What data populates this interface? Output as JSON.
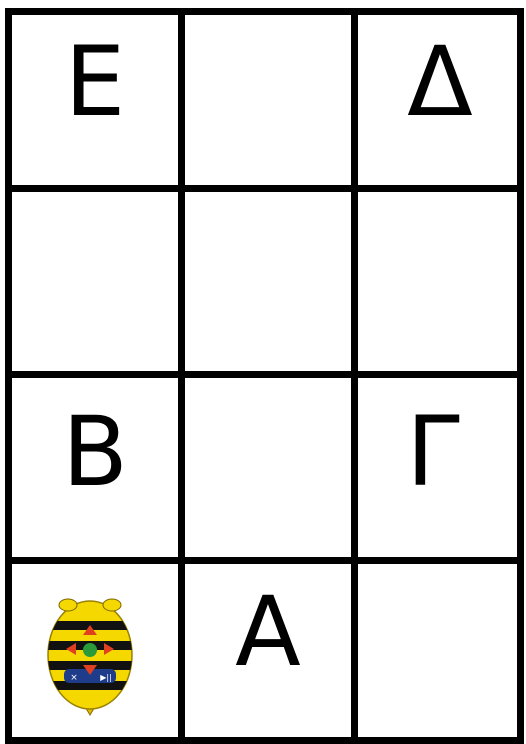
{
  "grid": {
    "rows": 4,
    "cols": 3,
    "cells": [
      [
        "Ε",
        "",
        "Δ"
      ],
      [
        "",
        "",
        ""
      ],
      [
        "Β",
        "",
        "Γ"
      ],
      [
        "robot",
        "Α",
        ""
      ]
    ]
  },
  "robot": {
    "icon": "bee-bot-robot-icon",
    "body_color": "#f5d800",
    "stripe_color": "#111111",
    "button_colors": [
      "#e04020",
      "#2a9a3a",
      "#2255aa"
    ]
  }
}
